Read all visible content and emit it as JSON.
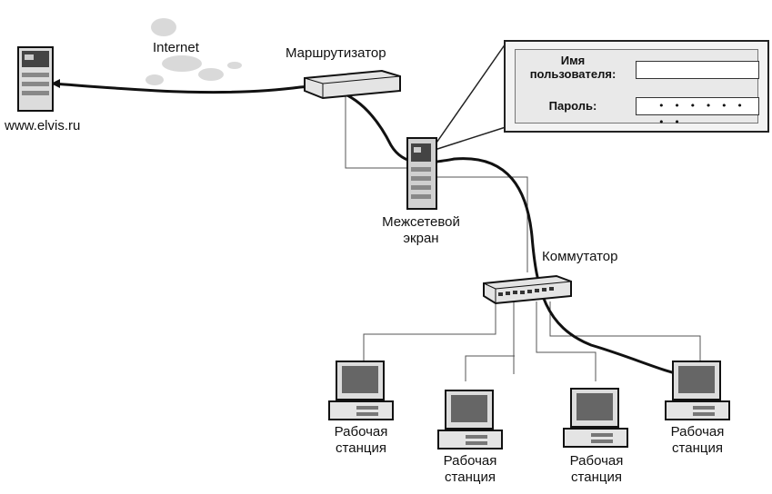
{
  "labels": {
    "internet": "Internet",
    "router": "Маршрутизатор",
    "website": "www.elvis.ru",
    "firewall_line1": "Межсетевой",
    "firewall_line2": "экран",
    "switch": "Коммутатор",
    "workstation_line1": "Рабочая",
    "workstation_line2": "станция"
  },
  "login": {
    "username_line1": "Имя",
    "username_line2": "пользователя:",
    "username_value": "",
    "password_label": "Пароль:",
    "password_value": "• • • • • • • •"
  },
  "icons": [
    "server-icon",
    "cloud-icon",
    "router-icon",
    "firewall-icon",
    "switch-icon",
    "workstation-icon"
  ]
}
